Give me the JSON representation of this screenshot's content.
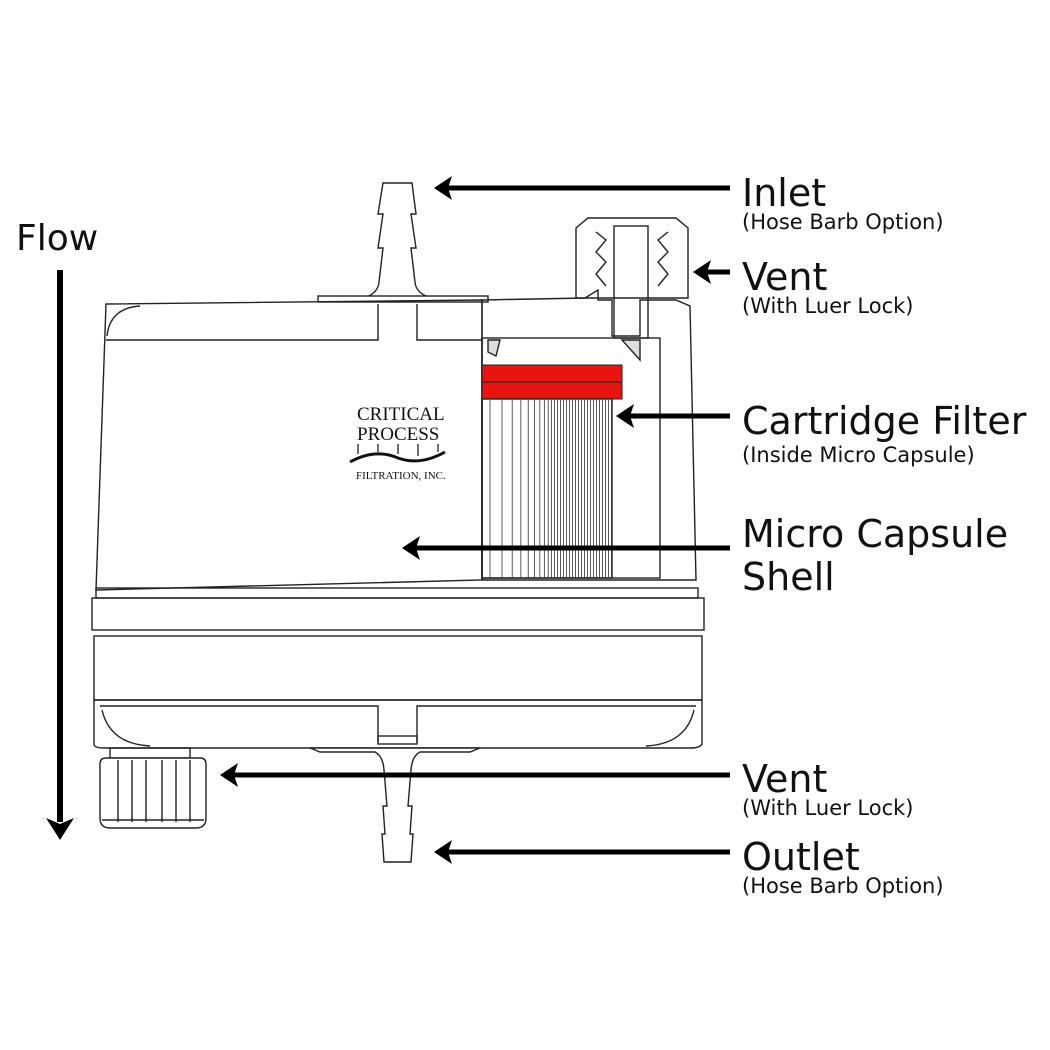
{
  "flow_label": "Flow",
  "labels": {
    "inlet": {
      "title": "Inlet",
      "subtitle": "(Hose Barb Option)"
    },
    "vent_top": {
      "title": "Vent",
      "subtitle": "(With Luer Lock)"
    },
    "cartridge": {
      "title": "Cartridge Filter",
      "subtitle": "(Inside Micro Capsule)"
    },
    "shell": {
      "title_line1": "Micro Capsule",
      "title_line2": "Shell"
    },
    "vent_bottom": {
      "title": "Vent",
      "subtitle": "(With Luer Lock)"
    },
    "outlet": {
      "title": "Outlet",
      "subtitle": "(Hose Barb Option)"
    }
  },
  "logo": {
    "line1": "CRITICAL",
    "line2": "PROCESS",
    "line3": "FILTRATION, INC."
  },
  "colors": {
    "filter_band": "#e8140f",
    "hatch_fill": "#dcdcdc",
    "arrow": "#000000"
  }
}
